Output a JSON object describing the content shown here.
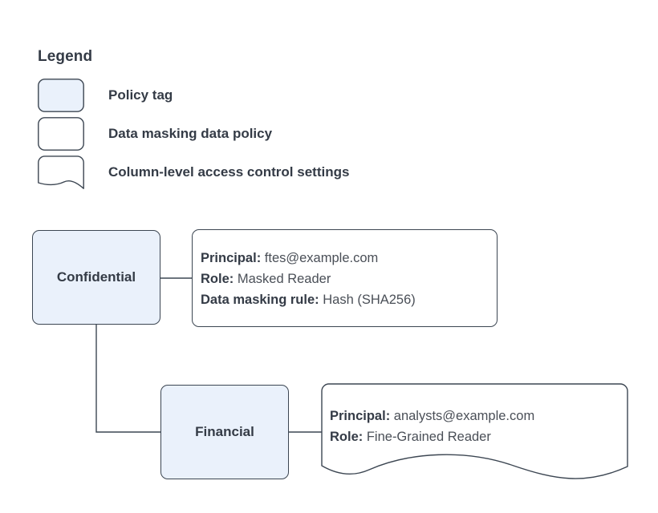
{
  "legend": {
    "title": "Legend",
    "items": [
      {
        "shape": "rounded-rect-filled",
        "label": "Policy tag"
      },
      {
        "shape": "rounded-rect-outline",
        "label": "Data masking data policy"
      },
      {
        "shape": "document-wavy",
        "label": "Column-level access control settings"
      }
    ]
  },
  "diagram": {
    "nodes": [
      {
        "id": "confidential",
        "label": "Confidential"
      },
      {
        "id": "financial",
        "label": "Financial"
      }
    ],
    "callouts": [
      {
        "id": "confidential-policy",
        "shape": "rounded-rect-outline",
        "lines": [
          {
            "key": "Principal:",
            "value": "ftes@example.com"
          },
          {
            "key": "Role:",
            "value": "Masked Reader"
          },
          {
            "key": "Data masking rule:",
            "value": "Hash (SHA256)"
          }
        ]
      },
      {
        "id": "financial-policy",
        "shape": "document-wavy",
        "lines": [
          {
            "key": "Principal:",
            "value": "analysts@example.com"
          },
          {
            "key": "Role:",
            "value": "Fine-Grained Reader"
          }
        ]
      }
    ],
    "edges": [
      {
        "from": "confidential",
        "to": "confidential-policy"
      },
      {
        "from": "confidential",
        "to": "financial"
      },
      {
        "from": "financial",
        "to": "financial-policy"
      }
    ]
  },
  "colors": {
    "node_fill": "#eaf1fb",
    "stroke": "#3c4652",
    "text": "#343b46",
    "value_text": "#4a4f57",
    "background": "#ffffff"
  }
}
